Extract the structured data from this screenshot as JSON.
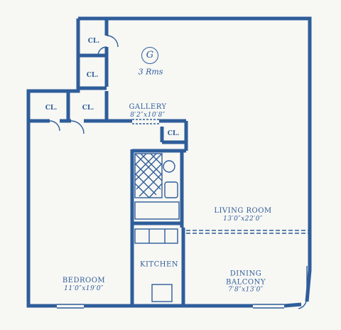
{
  "plan": {
    "unit_letter": "G",
    "rooms_count": "3 Rms",
    "closets": [
      "CL.",
      "CL.",
      "CL.",
      "CL.",
      "CL."
    ],
    "gallery": {
      "name": "GALLERY",
      "dims": "8′2″x10′8″"
    },
    "living_room": {
      "name": "LIVING ROOM",
      "dims": "13′0″x22′0″"
    },
    "bedroom": {
      "name": "BEDROOM",
      "dims": "11′0″x19′0″"
    },
    "kitchen": {
      "name": "KITCHEN"
    },
    "dining_balcony": {
      "name1": "DINING",
      "name2": "BALCONY",
      "dims": "7′8″x13′0″"
    },
    "colors": {
      "ink": "#2f5d9a",
      "paper": "#f7f7f4"
    }
  }
}
